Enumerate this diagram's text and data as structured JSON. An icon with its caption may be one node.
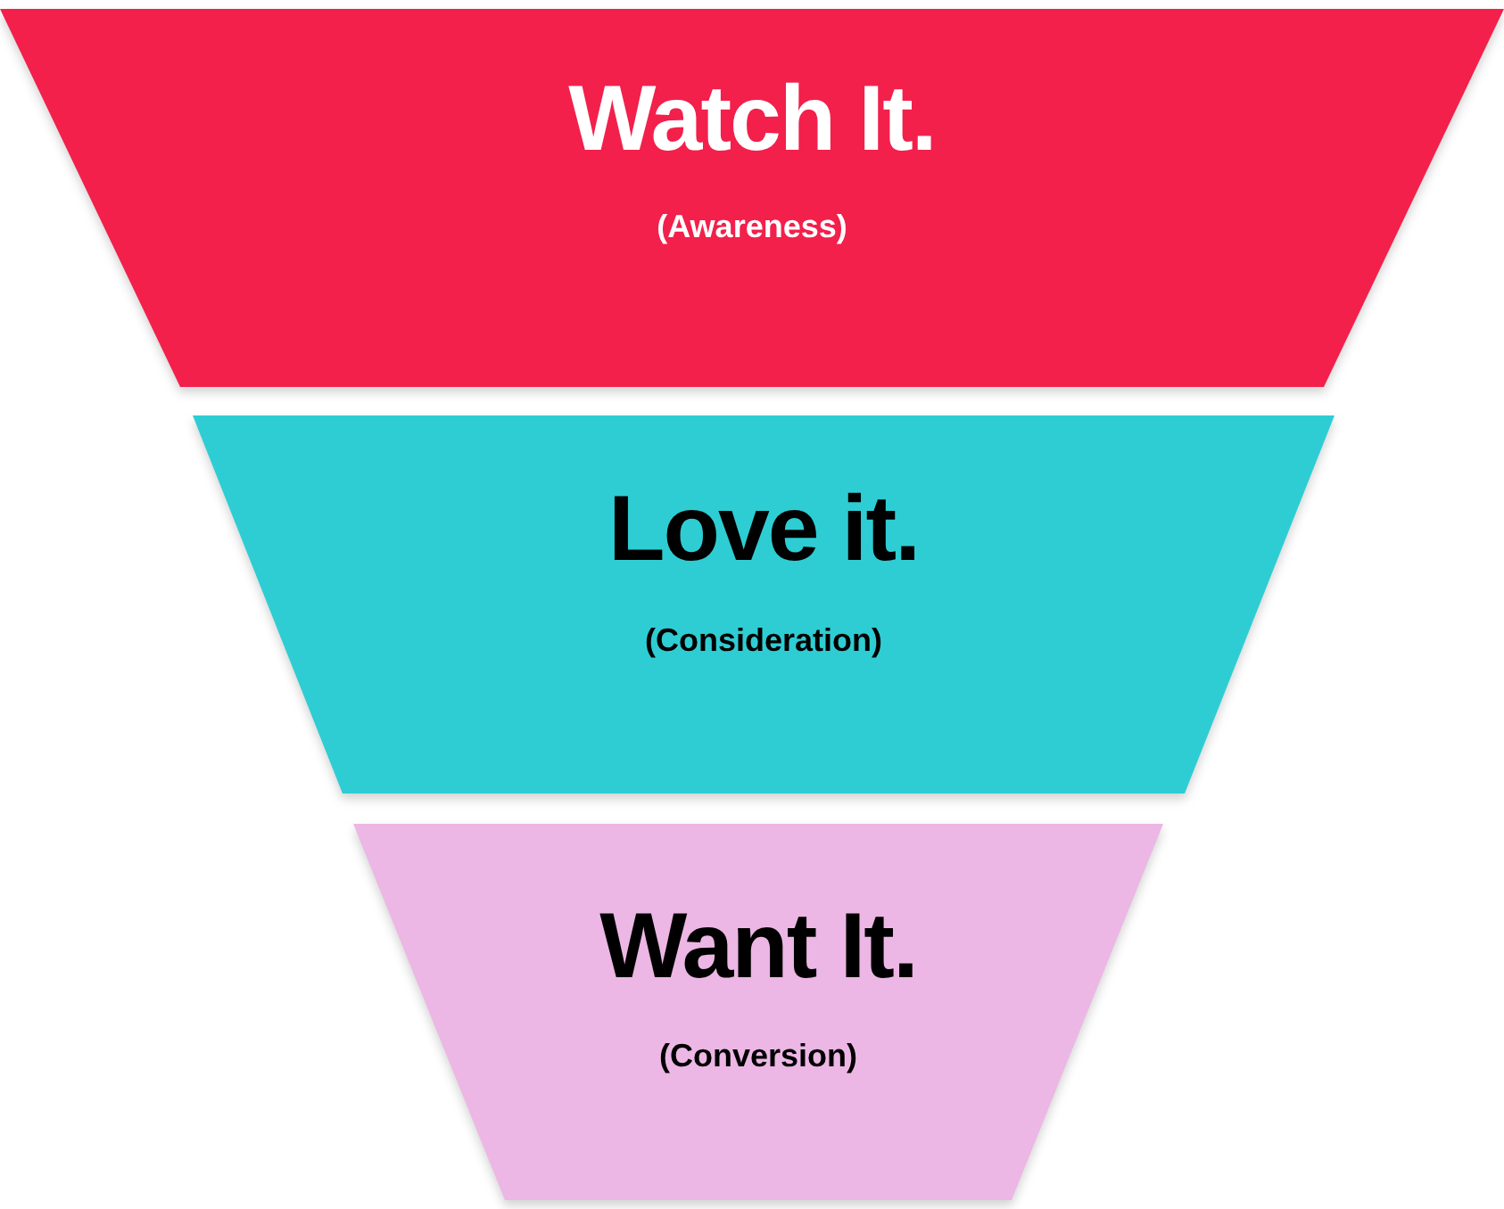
{
  "diagram": {
    "nodes": [
      {
        "text": [
          "Watch It.",
          "(Awareness)"
        ]
      },
      {
        "text": [
          "Love it.",
          "(Consideration)"
        ]
      },
      {
        "text": [
          "Want It.",
          "(Conversion)"
        ]
      }
    ]
  }
}
